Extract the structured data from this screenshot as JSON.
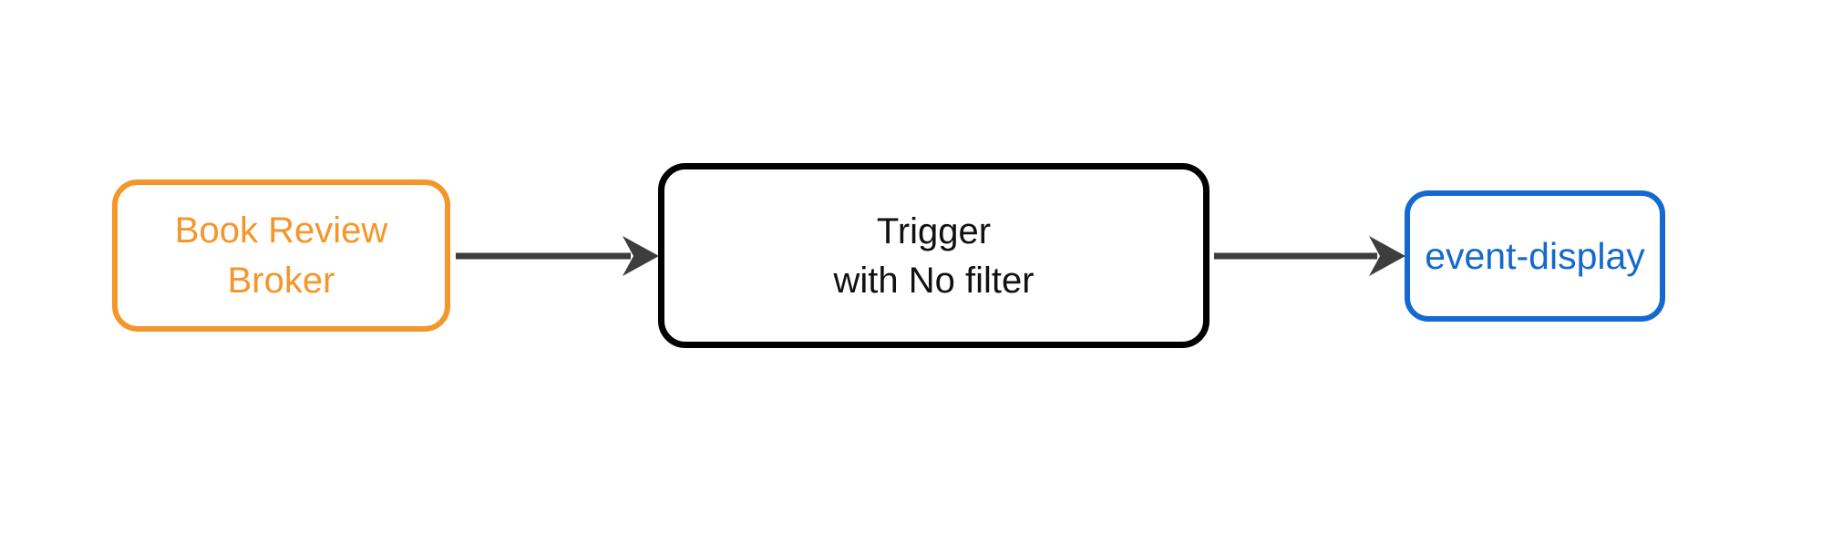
{
  "diagram": {
    "type": "flowchart",
    "direction": "left-to-right"
  },
  "nodes": [
    {
      "id": "book-review-broker",
      "label": "Book Review\nBroker",
      "color": "#F5962B"
    },
    {
      "id": "trigger",
      "label": "Trigger\nwith No filter",
      "color": "#000000",
      "text_color": "#111111"
    },
    {
      "id": "event-display",
      "label": "event-display",
      "color": "#1569CE"
    }
  ],
  "edges": [
    {
      "from": "book-review-broker",
      "to": "trigger"
    },
    {
      "from": "trigger",
      "to": "event-display"
    }
  ],
  "colors": {
    "background": "#FFFFFF",
    "arrow": "#3D3D3D",
    "broker-orange": "#F5962B",
    "trigger-black": "#000000",
    "event-display-blue": "#1569CE"
  }
}
